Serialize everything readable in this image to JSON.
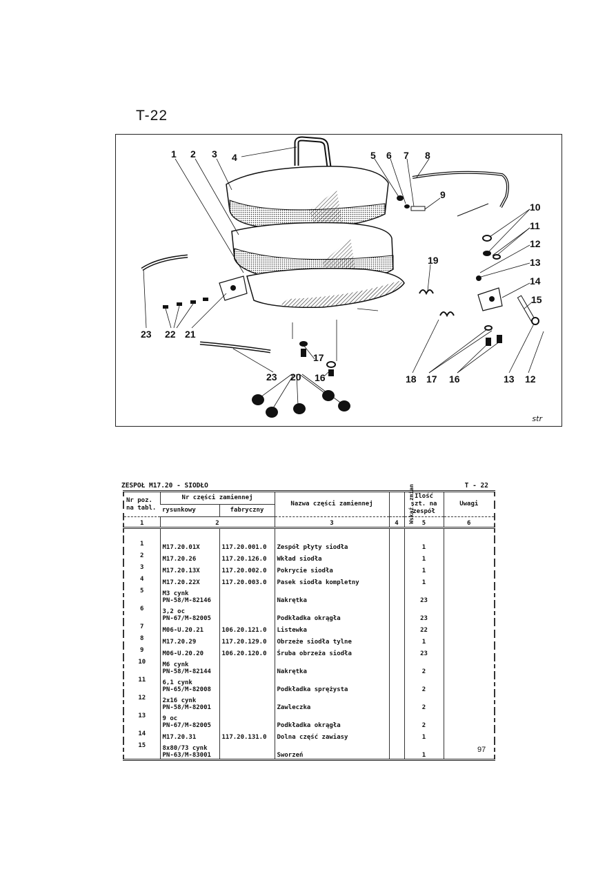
{
  "page": {
    "plate_code": "T-22",
    "page_number": "97",
    "signature": "str"
  },
  "figure": {
    "callouts": [
      "1",
      "2",
      "3",
      "4",
      "5",
      "6",
      "7",
      "8",
      "9",
      "10",
      "11",
      "12",
      "13",
      "14",
      "19",
      "23",
      "22",
      "21",
      "17",
      "16",
      "18",
      "20",
      "15",
      "13",
      "12"
    ]
  },
  "table": {
    "assembly_title": "ZESPOŁ M17.20 - SIODŁO",
    "plate_code": "T - 22",
    "headers": {
      "pos": "Nr poz. na tabl.",
      "part_no": "Nr części zamiennej",
      "drawing": "rysunkowy",
      "factory": "fabryczny",
      "name": "Nazwa części zamiennej",
      "change": "Wskaź. zmian",
      "qty": "Ilość szt. na zespół",
      "notes": "Uwagi"
    },
    "column_numbers": [
      "1",
      "2",
      "3",
      "4",
      "5",
      "6"
    ],
    "rows": [
      {
        "pos": "1",
        "drawing": "M17.20.01X",
        "factory": "117.20.001.0",
        "name": "Zespół płyty siodła",
        "qty": "1"
      },
      {
        "pos": "2",
        "drawing": "M17.20.26",
        "factory": "117.20.126.0",
        "name": "Wkład siodła",
        "qty": "1"
      },
      {
        "pos": "3",
        "drawing": "M17.20.13X",
        "factory": "117.20.002.0",
        "name": "Pokrycie siodła",
        "qty": "1"
      },
      {
        "pos": "4",
        "drawing": "M17.20.22X",
        "factory": "117.20.003.0",
        "name": "Pasek siodła kompletny",
        "qty": "1"
      },
      {
        "pos": "5",
        "drawing": "M3 cynk\nPN-58/M-82146",
        "factory": "",
        "name": "Nakrętka",
        "qty": "23"
      },
      {
        "pos": "6",
        "drawing": "3,2 oc\nPN-67/M-82005",
        "factory": "",
        "name": "Podkładka okrągła",
        "qty": "23"
      },
      {
        "pos": "7",
        "drawing": "M06-U.20.21",
        "factory": "106.20.121.0",
        "name": "Listewka",
        "qty": "22"
      },
      {
        "pos": "8",
        "drawing": "M17.20.29",
        "factory": "117.20.129.0",
        "name": "Obrzeże siodła tylne",
        "qty": "1"
      },
      {
        "pos": "9",
        "drawing": "M06-U.20.20",
        "factory": "106.20.120.0",
        "name": "Śruba obrzeża siodła",
        "qty": "23"
      },
      {
        "pos": "10",
        "drawing": "M6 cynk\nPN-58/M-82144",
        "factory": "",
        "name": "Nakrętka",
        "qty": "2"
      },
      {
        "pos": "11",
        "drawing": "6,1 cynk\nPN-65/M-82008",
        "factory": "",
        "name": "Podkładka sprężysta",
        "qty": "2"
      },
      {
        "pos": "12",
        "drawing": "2x16 cynk\nPN-58/M-82001",
        "factory": "",
        "name": "Zawleczka",
        "qty": "2"
      },
      {
        "pos": "13",
        "drawing": "9 oc\nPN-67/M-82005",
        "factory": "",
        "name": "Podkładka okrągła",
        "qty": "2"
      },
      {
        "pos": "14",
        "drawing": "M17.20.31",
        "factory": "117.20.131.0",
        "name": "Dolna część zawiasy",
        "qty": "1"
      },
      {
        "pos": "15",
        "drawing": "8x80/73 cynk\nPN-63/M-83001",
        "factory": "",
        "name": "Sworzeń",
        "qty": "1"
      }
    ]
  }
}
